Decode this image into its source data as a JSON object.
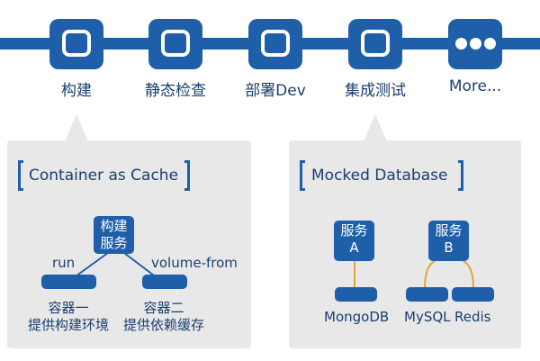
{
  "pipeline": {
    "stages": [
      {
        "label": "构建",
        "icon": "square-icon"
      },
      {
        "label": "静态检查",
        "icon": "square-icon"
      },
      {
        "label": "部署Dev",
        "icon": "square-icon"
      },
      {
        "label": "集成测试",
        "icon": "square-icon"
      },
      {
        "label": "More...",
        "icon": "ellipsis-icon"
      }
    ]
  },
  "left_panel": {
    "title": "Container as Cache",
    "center_box": [
      "构建",
      "服务"
    ],
    "left_edge_label": "run",
    "right_edge_label": "volume-from",
    "left_target": [
      "容器一",
      "提供构建环境"
    ],
    "right_target": [
      "容器二",
      "提供依赖缓存"
    ]
  },
  "right_panel": {
    "title": "Mocked Database",
    "service_a": [
      "服务",
      "A"
    ],
    "service_b": [
      "服务",
      "B"
    ],
    "db_a": "MongoDB",
    "db_b1": "MySQL",
    "db_b2": "Redis"
  },
  "colors": {
    "primary": "#1f5faa",
    "panel_bg": "#e8e8e8",
    "connector_orange": "#e8a23a",
    "text": "#1a3f6f"
  }
}
